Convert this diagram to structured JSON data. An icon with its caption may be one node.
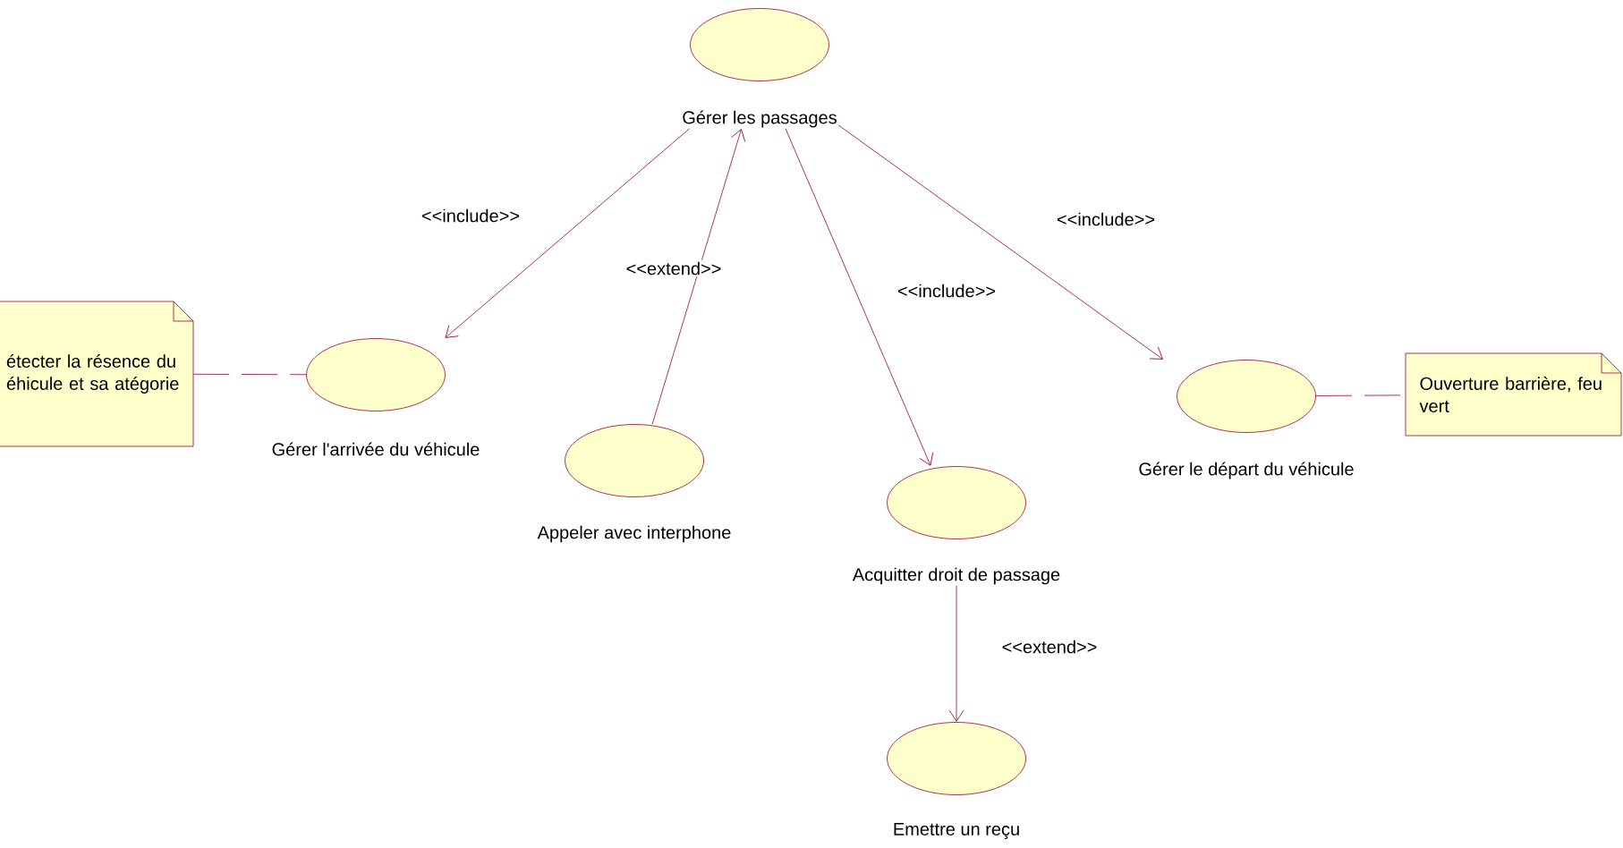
{
  "diagram": {
    "nodes": [
      {
        "text": [
          "Gérer les passages"
        ]
      },
      {
        "text": [
          "Gérer l'arrivée du véhicule"
        ]
      },
      {
        "text": [
          "Appeler avec interphone"
        ]
      },
      {
        "text": [
          "Acquitter droit de passage"
        ]
      },
      {
        "text": [
          "Gérer le départ du véhicule"
        ]
      },
      {
        "text": [
          "Emettre un reçu"
        ]
      },
      {
        "text": [
          "étecter la résence du éhicule et sa atégorie"
        ]
      },
      {
        "text": [
          "Ouverture barrière, feu vert"
        ]
      }
    ],
    "edges": [
      {
        "from": 0,
        "to": 1,
        "arrow": "to",
        "label": "<<include>>"
      },
      {
        "from": 2,
        "to": 0,
        "arrow": "to",
        "label": "<<extend>>"
      },
      {
        "from": 0,
        "to": 3,
        "arrow": "to",
        "label": "<<include>>"
      },
      {
        "from": 0,
        "to": 4,
        "arrow": "to",
        "label": "<<include>>"
      },
      {
        "from": 3,
        "to": 5,
        "arrow": "to",
        "label": "<<extend>>"
      },
      {
        "from": 6,
        "to": 1,
        "arrow": "none",
        "style": "dashed"
      },
      {
        "from": 4,
        "to": 7,
        "arrow": "none",
        "style": "dashed"
      }
    ]
  }
}
